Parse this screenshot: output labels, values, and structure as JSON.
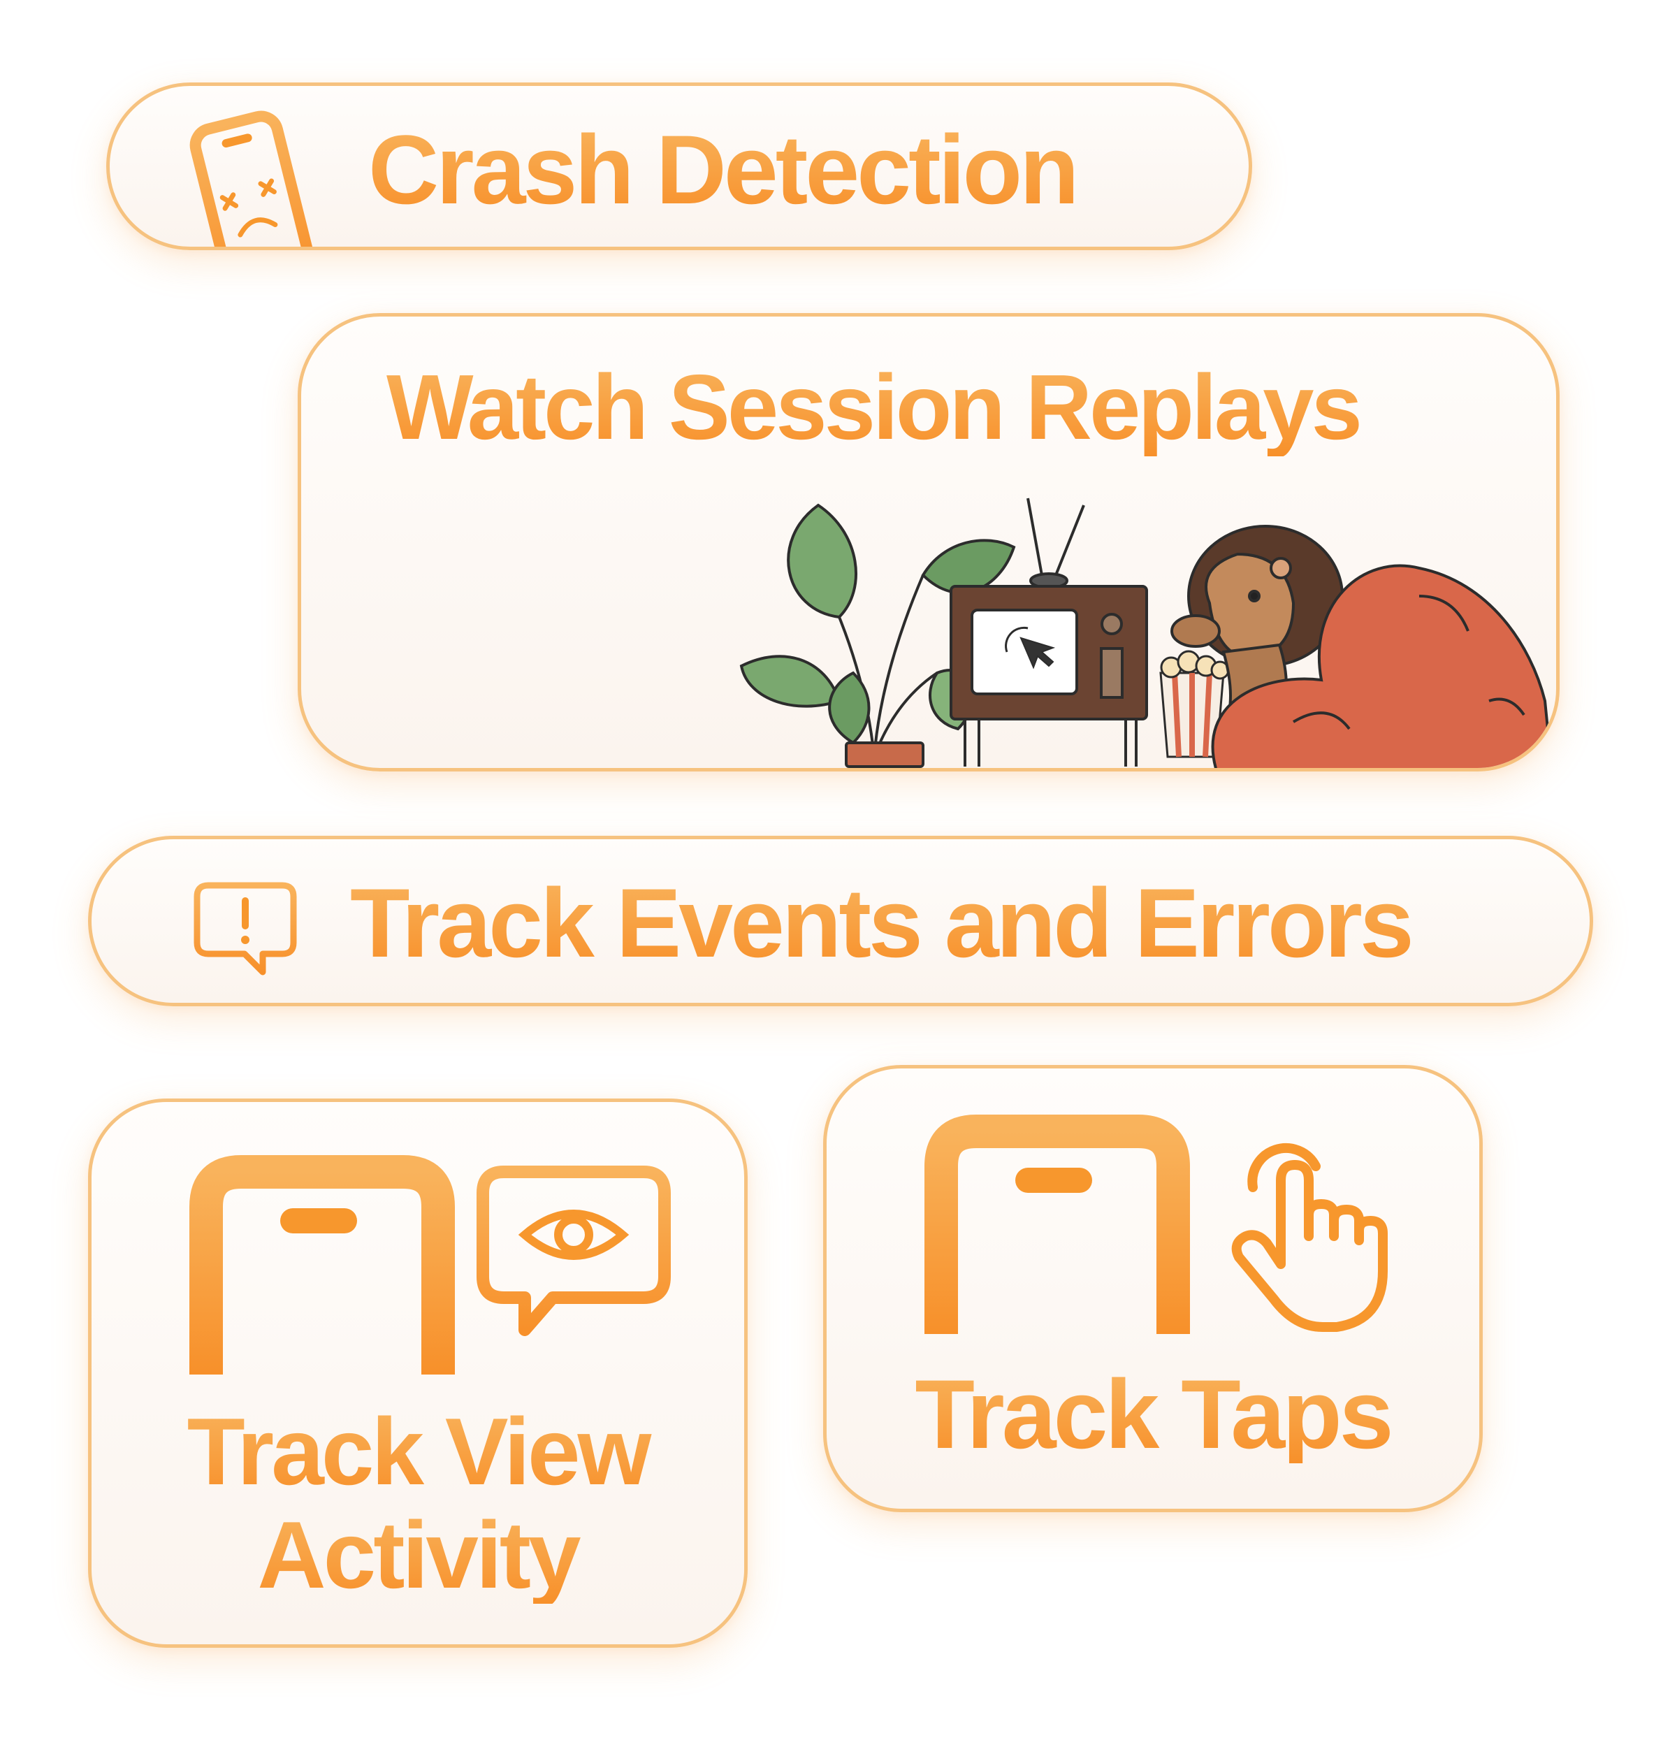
{
  "features": {
    "crash": {
      "label": "Crash Detection",
      "icon": "crashed-phone-icon"
    },
    "replay": {
      "label": "Watch Session Replays",
      "illustration": "hedgehog-watching-tv-illustration"
    },
    "events": {
      "label": "Track Events and Errors",
      "icon": "alert-speech-bubble-icon"
    },
    "view_activity": {
      "label_line1": "Track View",
      "label_line2": "Activity",
      "icons": [
        "phone-outline-icon",
        "eye-speech-bubble-icon"
      ]
    },
    "taps": {
      "label": "Track Taps",
      "icons": [
        "phone-outline-icon",
        "tapping-hand-icon"
      ]
    }
  },
  "colors": {
    "accent": "#f7972d",
    "accent_light": "#f9b35c",
    "card_border": "#f6c27f",
    "card_bg": "#fbf4ee",
    "plant": "#7aa86f",
    "tv_wood": "#6b4432",
    "beanbag": "#d9674a",
    "hedgehog": "#8a5a3c"
  }
}
